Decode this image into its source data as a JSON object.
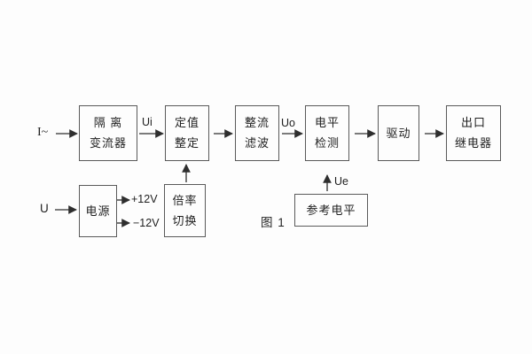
{
  "figure": {
    "caption": "图 1"
  },
  "colors": {
    "background": "#fdfdfd",
    "line": "#2e2e2e",
    "box_border": "#5a5a5a",
    "text": "#1f1f1f"
  },
  "blocks": {
    "isolation": {
      "line1": "隔 离",
      "line2": "变流器"
    },
    "setting": {
      "line1": "定值",
      "line2": "整定"
    },
    "rectify": {
      "line1": "整流",
      "line2": "滤波"
    },
    "level_detect": {
      "line1": "电平",
      "line2": "检测"
    },
    "drive": {
      "label": "驱动"
    },
    "output_relay": {
      "line1": "出口",
      "line2": "继电器"
    },
    "power": {
      "label": "电源"
    },
    "ratio_switch": {
      "line1": "倍率",
      "line2": "切换"
    },
    "reference_level": {
      "label": "参考电平"
    }
  },
  "signals": {
    "ac_current_input": "I~",
    "voltage_input": "U",
    "ui": "Ui",
    "uo": "Uo",
    "ue": "Ue",
    "plus_12v": "+12V",
    "minus_12v": "−12V"
  }
}
